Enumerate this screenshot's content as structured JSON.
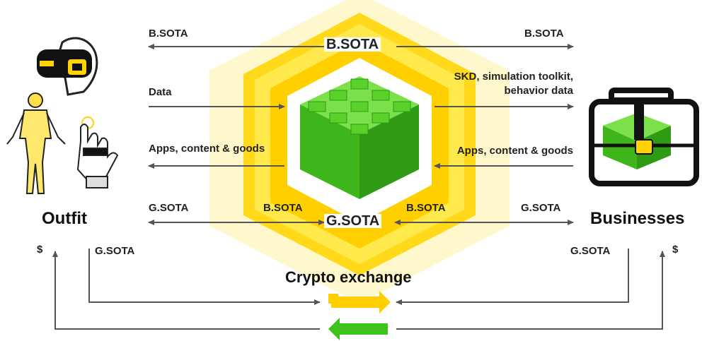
{
  "colors": {
    "yellow_light": "#fff8c6",
    "yellow_mid": "#ffe01a",
    "yellow_dark": "#f2c400",
    "green": "#5ad12a",
    "green_dark": "#2f9a14",
    "arrow": "#555555",
    "text": "#222222"
  },
  "left_actor": {
    "name": "Outfit"
  },
  "right_actor": {
    "name": "Businesses"
  },
  "center": {
    "top_token": "B.SOTA",
    "bottom_token": "G.SOTA",
    "exchange_label": "Crypto exchange"
  },
  "flows": {
    "bsota_left": "B.SOTA",
    "bsota_right": "B.SOTA",
    "data": "Data",
    "sdk_line1": "SKD, simulation toolkit,",
    "sdk_line2": "behavior data",
    "apps_left": "Apps, content & goods",
    "apps_right": "Apps, content & goods",
    "gsota_left": "G.SOTA",
    "gsota_right": "G.SOTA",
    "bsota_inner_left": "B.SOTA",
    "bsota_inner_right": "B.SOTA",
    "gsota_exchange_left": "G.SOTA",
    "gsota_exchange_right": "G.SOTA",
    "dollar_left": "$",
    "dollar_right": "$"
  },
  "icons": {
    "vr_headset": "vr-headset-icon",
    "body_suit": "body-suit-icon",
    "glove": "haptic-glove-icon",
    "briefcase": "briefcase-money-icon",
    "money_cube": "money-cube-icon",
    "exchange": "exchange-arrows-icon"
  }
}
